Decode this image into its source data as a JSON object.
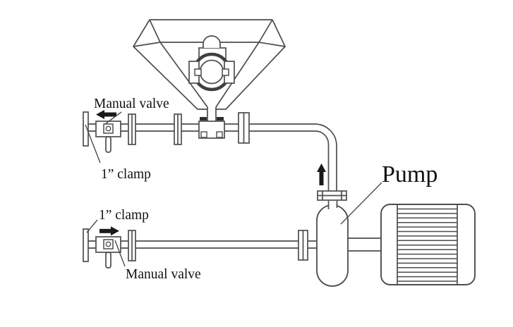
{
  "labels": {
    "upper_manual_valve": "Manual valve",
    "upper_clamp": "1” clamp",
    "lower_clamp": "1” clamp",
    "lower_manual_valve": "Manual valve",
    "pump": "Pump"
  },
  "icons": {
    "upper_flow_arrow": "arrow-left",
    "lower_flow_arrow": "arrow-right",
    "riser_flow_arrow": "arrow-up"
  },
  "colors": {
    "line": "#4d4d4d",
    "dark_line": "#3f3f3f",
    "arrow": "#1a1a1a",
    "text": "#111111",
    "background": "#ffffff"
  },
  "motor": {
    "fin_count": 17
  }
}
